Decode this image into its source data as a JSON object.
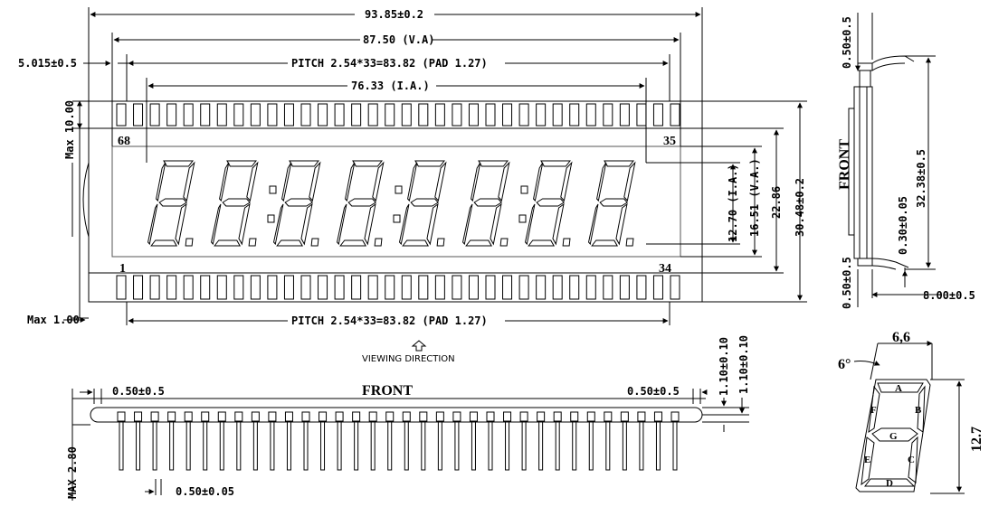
{
  "dims": {
    "overall_width": "93.85±0.2",
    "va_width": "87.50 (V.A)",
    "pitch_top": "PITCH 2.54*33=83.82 (PAD 1.27)",
    "ia_width": "76.33 (I.A.)",
    "left_offset": "5.015±0.5",
    "max_10": "Max 10.00",
    "max_1": "Max 1.00",
    "pitch_bottom": "PITCH 2.54*33=83.82 (PAD 1.27)",
    "ia_height": "12.70 (I.A.)",
    "va_height": "16.51 (V.A.)",
    "h_2286": "22.86",
    "overall_height": "30.48±0.2",
    "side_top": "0.50±0.5",
    "side_front": "FRONT",
    "side_height": "32.38±0.5",
    "side_glass": "0.30±0.05",
    "side_bottom": "0.50±0.5",
    "side_depth": "8.00±0.5"
  },
  "pins": {
    "pin_68": "68",
    "pin_35": "35",
    "pin_1": "1",
    "pin_34": "34"
  },
  "viewing": "VIEWING DIRECTION",
  "front_view": {
    "title": "FRONT",
    "left_margin": "0.50±0.5",
    "right_margin": "0.50±0.5",
    "max_height": "MAX 2.80",
    "pin_width": "0.50±0.05",
    "right_dim_1": "1.10±0.10",
    "right_dim_2": "1.10±0.10"
  },
  "segment_detail": {
    "angle": "6°",
    "width": "6,6",
    "height": "12.7",
    "segments": [
      "A",
      "B",
      "C",
      "D",
      "E",
      "F",
      "G"
    ]
  }
}
